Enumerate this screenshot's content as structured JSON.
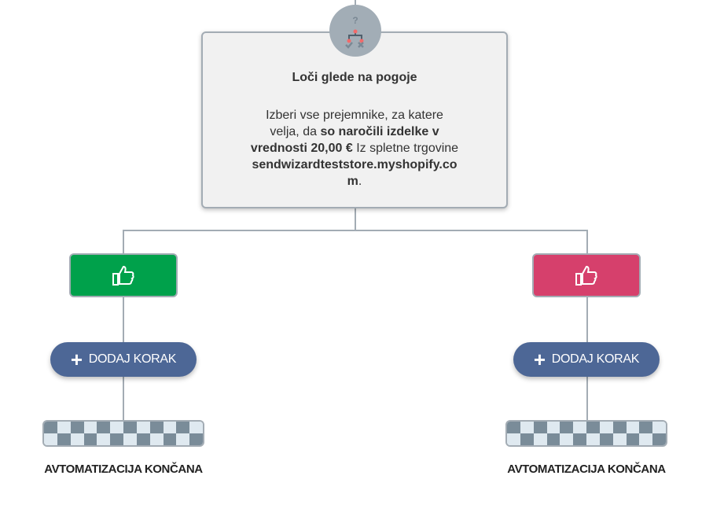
{
  "condition": {
    "title": "Loči glede na pogoje",
    "text_1": "Izberi vse prejemnike, za katere velja, da ",
    "text_bold_1": "so naročili izdelke v vrednosti 20,00 €",
    "text_2": " Iz spletne trgovine ",
    "text_bold_2": "sendwizardteststore.myshopify.com",
    "text_3": "."
  },
  "branches": [
    {
      "type": "yes",
      "color": "#00a14b",
      "add_label": "DODAJ KORAK",
      "end_label": "AVTOMATIZACIJA KONČANA"
    },
    {
      "type": "no",
      "color": "#d6406c",
      "add_label": "DODAJ KORAK",
      "end_label": "AVTOMATIZACIJA KONČANA"
    }
  ]
}
